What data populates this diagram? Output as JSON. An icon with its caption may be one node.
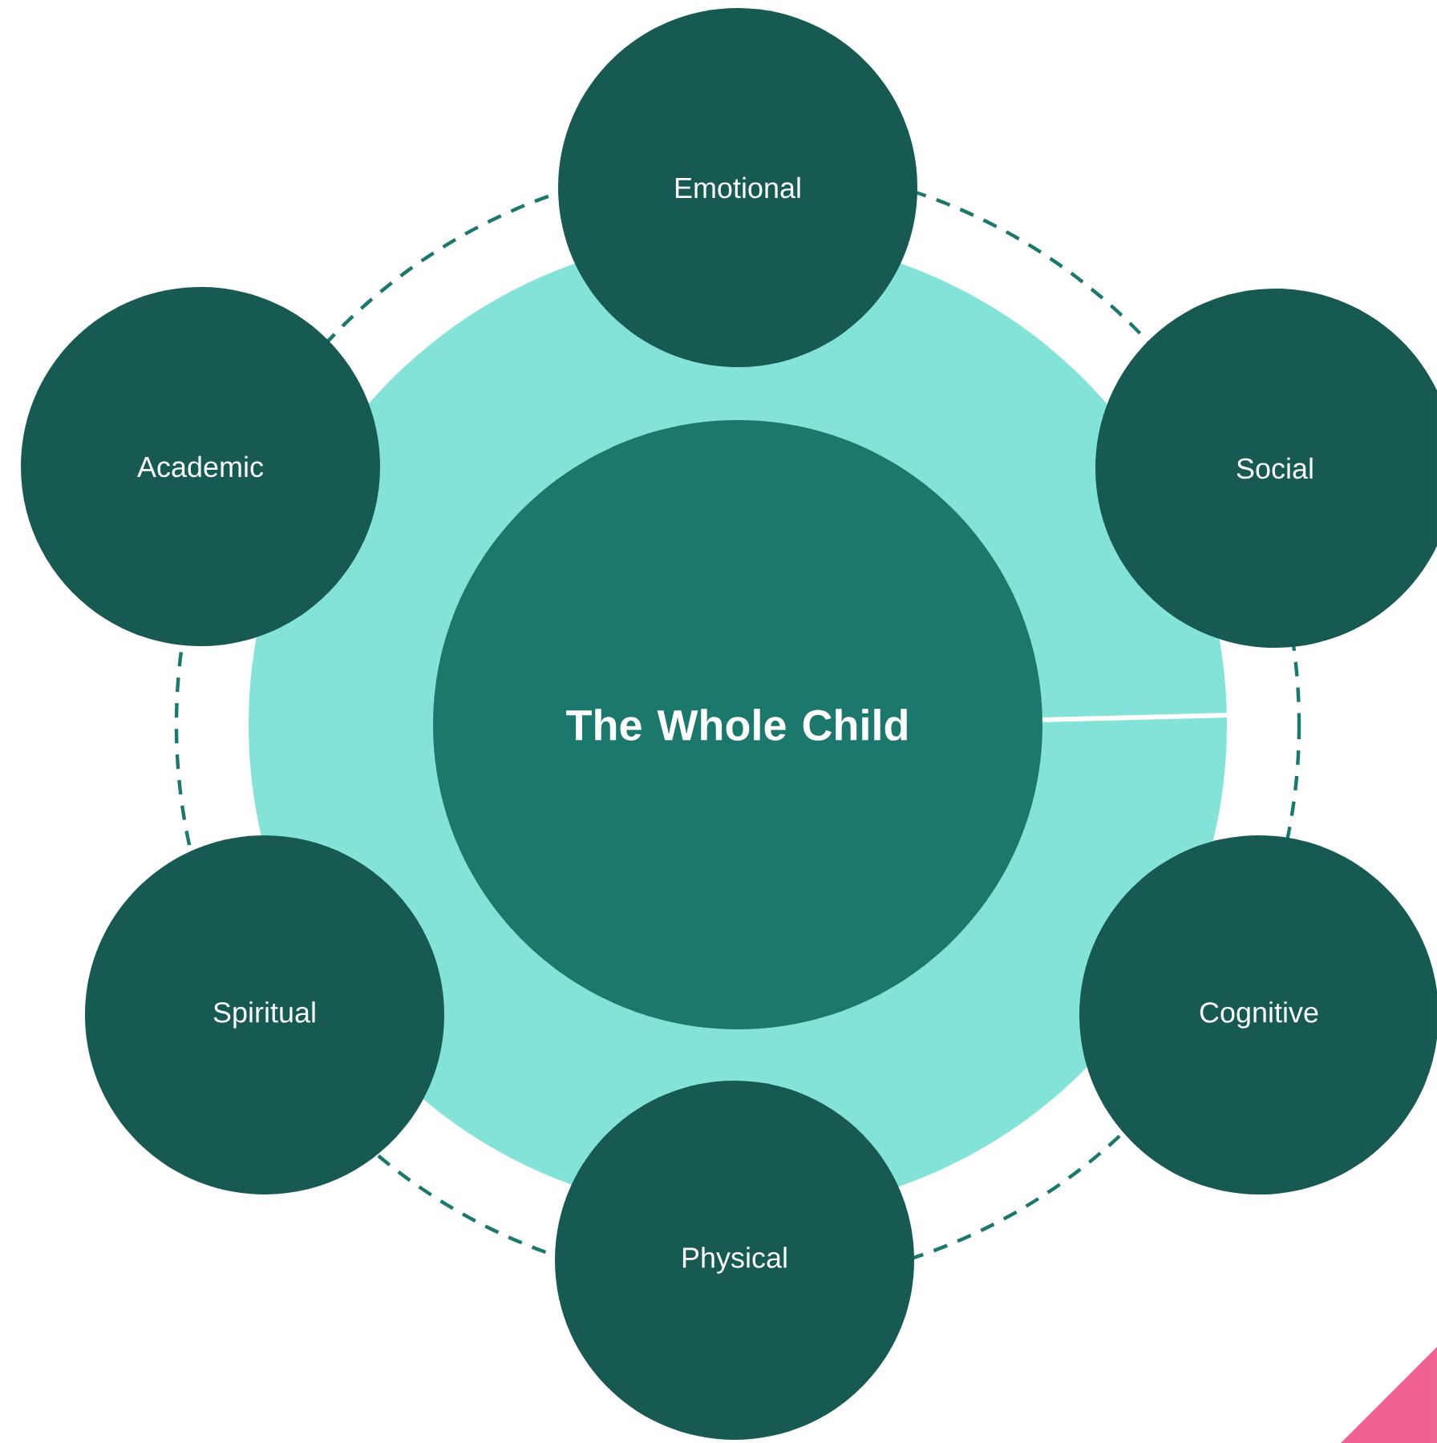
{
  "diagram": {
    "nodes": [
      {
        "text": [
          "Emotional"
        ]
      },
      {
        "text": [
          "Academic"
        ]
      },
      {
        "text": [
          "Social"
        ]
      },
      {
        "text": [
          "The Whole Child"
        ]
      },
      {
        "text": [
          "Spiritual"
        ]
      },
      {
        "text": [
          "Cognitive"
        ]
      },
      {
        "text": [
          "Physical"
        ]
      }
    ]
  }
}
